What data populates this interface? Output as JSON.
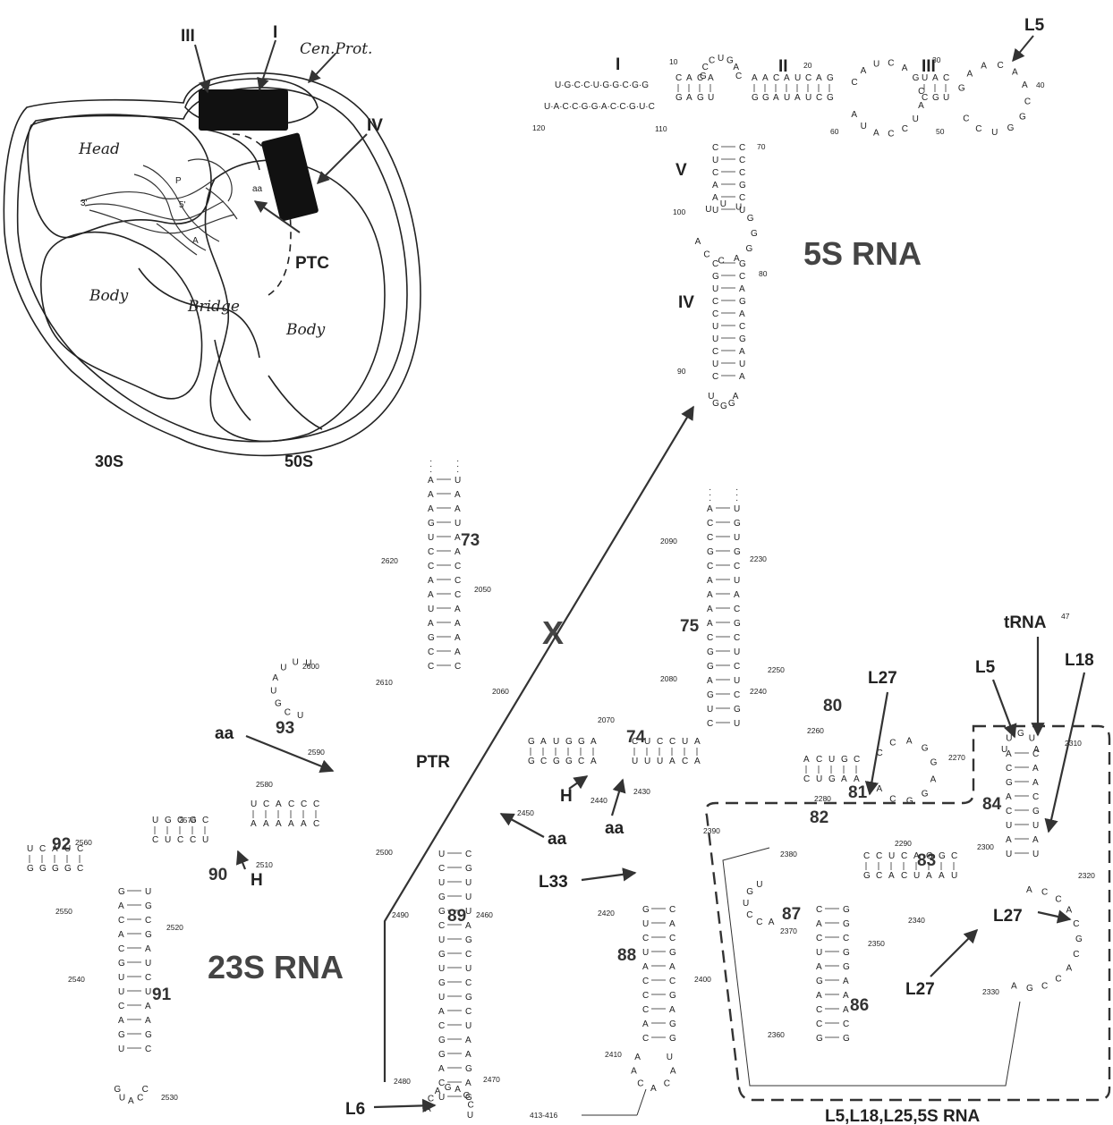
{
  "ribosome": {
    "head": "Head",
    "body_left": "Body",
    "bridge": "Bridge",
    "body_right": "Body",
    "cen_prot": "Cen.Prot.",
    "ptc": "PTC",
    "label_I": "I",
    "label_III": "III",
    "label_IV": "IV",
    "site_P": "P",
    "site_A": "A",
    "aa": "aa",
    "five_prime": "5'",
    "three_prime": "3'",
    "sub30": "30S",
    "sub50": "50S"
  },
  "rna5s": {
    "title": "5S RNA",
    "helices": {
      "I": "I",
      "II": "II",
      "III": "III",
      "IV": "IV",
      "V": "V"
    },
    "protein": "L5",
    "top_strand": "U·G·C·C·U·G·G·C·G·G",
    "bottom_strand": "U·A·C·C·G·G·A·C·C·G·U·C",
    "numbers": [
      "10",
      "20",
      "30",
      "40",
      "50",
      "60",
      "70",
      "80",
      "90",
      "100",
      "110",
      "120"
    ]
  },
  "rna23s": {
    "title": "23S RNA",
    "ptr": "PTR",
    "helices": [
      "73",
      "74",
      "75",
      "80",
      "81",
      "82",
      "83",
      "84",
      "86",
      "87",
      "88",
      "89",
      "90",
      "91",
      "92",
      "93"
    ],
    "numbers": [
      "2050",
      "2060",
      "2070",
      "2080",
      "2090",
      "2230",
      "2240",
      "2250",
      "2260",
      "2270",
      "2280",
      "2290",
      "2300",
      "2310",
      "2320",
      "2330",
      "2340",
      "2350",
      "2360",
      "2370",
      "2380",
      "2390",
      "2400",
      "2410",
      "2420",
      "2430",
      "2440",
      "2450",
      "2460",
      "2470",
      "2480",
      "2490",
      "2500",
      "2510",
      "2520",
      "2530",
      "2540",
      "2550",
      "2560",
      "2570",
      "2580",
      "2590",
      "2600",
      "2610",
      "2620"
    ],
    "labels": {
      "x": "X",
      "l6": "L6",
      "l33": "L33",
      "l27_a": "L27",
      "l27_b": "L27",
      "l27_c": "L27",
      "l5": "L5",
      "l18": "L18",
      "trna": "tRNA",
      "trna_sup": "47",
      "aa1": "aa",
      "aa2": "aa",
      "aa3": "aa",
      "h1": "H",
      "h2": "H",
      "box_label": "L5,L18,L25,5S RNA",
      "ref": "413-416"
    }
  }
}
